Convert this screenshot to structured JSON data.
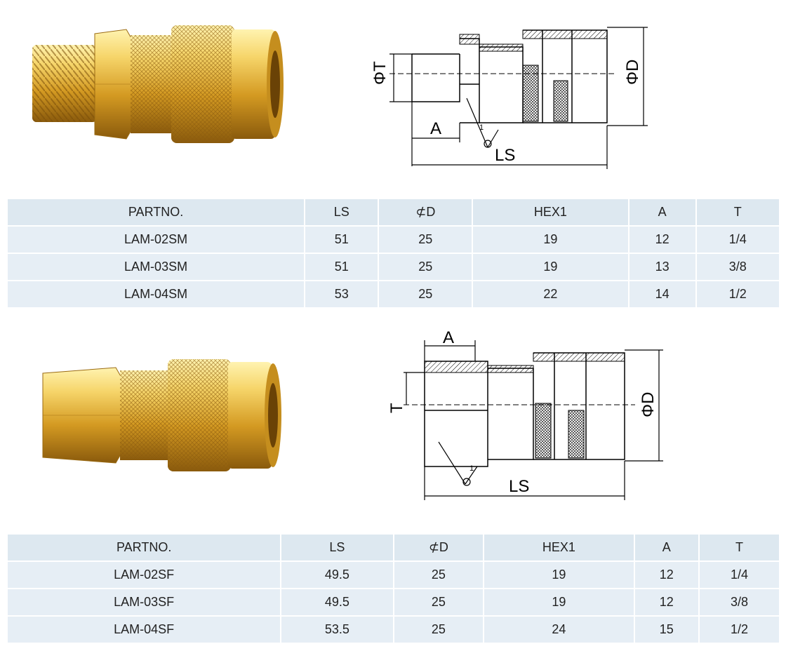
{
  "sections": [
    {
      "id": "sm",
      "drawing_labels": {
        "t": "ΦT",
        "d": "ΦD",
        "a": "A",
        "ls": "LS",
        "angle": "1"
      },
      "table": {
        "headers": [
          "PARTNO.",
          "LS",
          "⊄D",
          "HEX1",
          "A",
          "T"
        ],
        "rows": [
          [
            "LAM-02SM",
            "51",
            "25",
            "19",
            "12",
            "1/4"
          ],
          [
            "LAM-03SM",
            "51",
            "25",
            "19",
            "13",
            "3/8"
          ],
          [
            "LAM-04SM",
            "53",
            "25",
            "22",
            "14",
            "1/2"
          ]
        ]
      }
    },
    {
      "id": "sf",
      "drawing_labels": {
        "t": "T",
        "d": "ΦD",
        "a": "A",
        "ls": "LS",
        "angle": "1"
      },
      "table": {
        "headers": [
          "PARTNO.",
          "LS",
          "⊄D",
          "HEX1",
          "A",
          "T"
        ],
        "rows": [
          [
            "LAM-02SF",
            "49.5",
            "25",
            "19",
            "12",
            "1/4"
          ],
          [
            "LAM-03SF",
            "49.5",
            "25",
            "19",
            "12",
            "3/8"
          ],
          [
            "LAM-04SF",
            "53.5",
            "25",
            "24",
            "15",
            "1/2"
          ]
        ]
      }
    }
  ],
  "colors": {
    "brass_light": "#f6d56a",
    "brass_mid": "#d9a52c",
    "brass_dark": "#9a6a12",
    "cell_bg": "#e6eef5"
  }
}
